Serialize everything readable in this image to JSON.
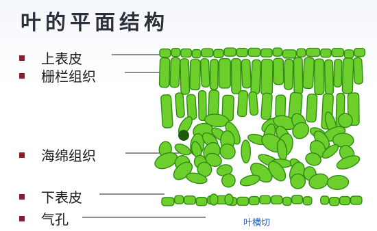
{
  "title": "叶的平面结构",
  "labels": [
    {
      "id": "upper-epidermis",
      "text": "上表皮"
    },
    {
      "id": "palisade-tissue",
      "text": "栅栏组织"
    },
    {
      "id": "spongy-tissue",
      "text": "海绵组织"
    },
    {
      "id": "lower-epidermis",
      "text": "下表皮"
    },
    {
      "id": "stoma",
      "text": "气孔"
    }
  ],
  "caption": "叶横切",
  "colors": {
    "cell_fill": "#6ccf2c",
    "cell_stroke": "#2f8a12",
    "bullet": "#8a1f2a",
    "caption": "#2a58b8"
  }
}
